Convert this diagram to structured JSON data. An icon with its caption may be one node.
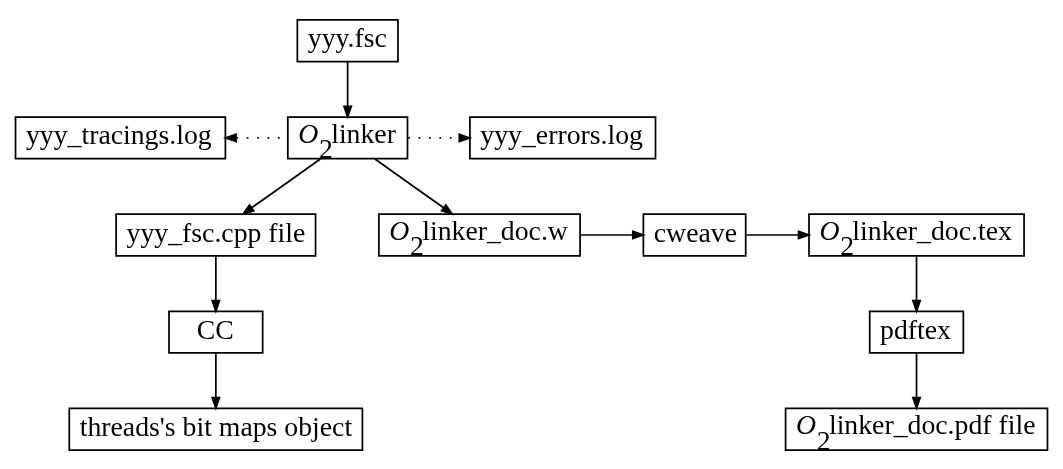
{
  "diagram": {
    "nodes": [
      {
        "text": [
          "yyy.fsc"
        ]
      },
      {
        "text": [
          "yyy_tracings.log"
        ]
      },
      {
        "text": [
          "*O*$_{2}$linker"
        ]
      },
      {
        "text": [
          "yyy_errors.log"
        ]
      },
      {
        "text": [
          "yyy_fsc.cpp file"
        ]
      },
      {
        "text": [
          "*O*$_{2}$linker_doc.w"
        ]
      },
      {
        "text": [
          "cweave"
        ]
      },
      {
        "text": [
          "*O*$_{2}$linker_doc.tex"
        ]
      },
      {
        "text": [
          "CC"
        ]
      },
      {
        "text": [
          "pdftex"
        ]
      },
      {
        "text": [
          "threads's bit maps object"
        ]
      },
      {
        "text": [
          "*O*$_{2}$linker_doc.pdf file"
        ]
      }
    ],
    "edges": [
      {
        "from": 0,
        "to": 2,
        "arrow": "to"
      },
      {
        "from": 2,
        "to": 1,
        "arrow": "to",
        "style": "dashed"
      },
      {
        "from": 2,
        "to": 3,
        "arrow": "to",
        "style": "dashed"
      },
      {
        "from": 2,
        "to": 4,
        "arrow": "to"
      },
      {
        "from": 2,
        "to": 5,
        "arrow": "to"
      },
      {
        "from": 5,
        "to": 6,
        "arrow": "to"
      },
      {
        "from": 6,
        "to": 7,
        "arrow": "to"
      },
      {
        "from": 4,
        "to": 8,
        "arrow": "to"
      },
      {
        "from": 8,
        "to": 10,
        "arrow": "to"
      },
      {
        "from": 7,
        "to": 9,
        "arrow": "to"
      },
      {
        "from": 9,
        "to": 11,
        "arrow": "to"
      }
    ]
  }
}
